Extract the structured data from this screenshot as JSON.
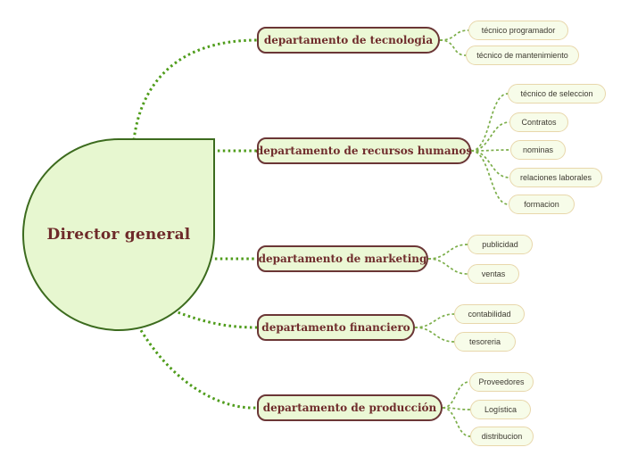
{
  "root": {
    "label": "Director general"
  },
  "departments": [
    {
      "label": "departamento de tecnologia",
      "children": [
        "técnico programador",
        "técnico de mantenimiento"
      ]
    },
    {
      "label": "departamento de recursos humanos",
      "children": [
        "técnico de seleccion",
        "Contratos",
        "nominas",
        "relaciones laborales",
        "formacion"
      ]
    },
    {
      "label": "departamento de marketing",
      "children": [
        "publicidad",
        "ventas"
      ]
    },
    {
      "label": "departamento financiero",
      "children": [
        "contabilidad",
        "tesoreria"
      ]
    },
    {
      "label": "departamento de producción",
      "children": [
        "Proveedores",
        "Logística",
        "distribucion"
      ]
    }
  ],
  "colors": {
    "root_fill": "#e7f7d0",
    "root_border": "#3c6b1e",
    "dept_fill": "#ebf8d5",
    "dept_border": "#6b3636",
    "dept_text": "#702d2d",
    "leaf_fill": "#f7fce9",
    "leaf_border": "#e8d7ab",
    "leaf_text": "#3d3a31",
    "connector_main": "#4f9c1b",
    "connector_branch": "#7cae4a"
  }
}
